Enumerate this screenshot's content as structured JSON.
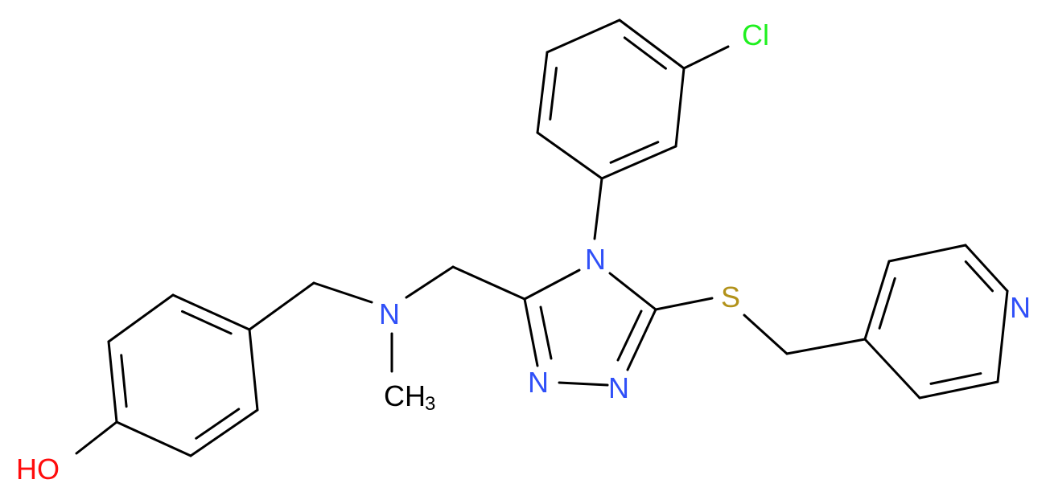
{
  "molecule": {
    "atoms": {
      "chlorine": "Cl",
      "triazole_n4": "N",
      "triazole_n1": "N",
      "triazole_n2": "N",
      "sulfur": "S",
      "pyridine_n": "N",
      "amine_n": "N",
      "methyl": "CH",
      "methyl_subscript": "3",
      "hydroxyl": "HO"
    },
    "colors": {
      "bond": "#000000",
      "nitrogen": "#3050f8",
      "oxygen": "#ff0d0d",
      "sulfur": "#b2921a",
      "chlorine": "#1ff01f",
      "carbon": "#000000"
    }
  }
}
